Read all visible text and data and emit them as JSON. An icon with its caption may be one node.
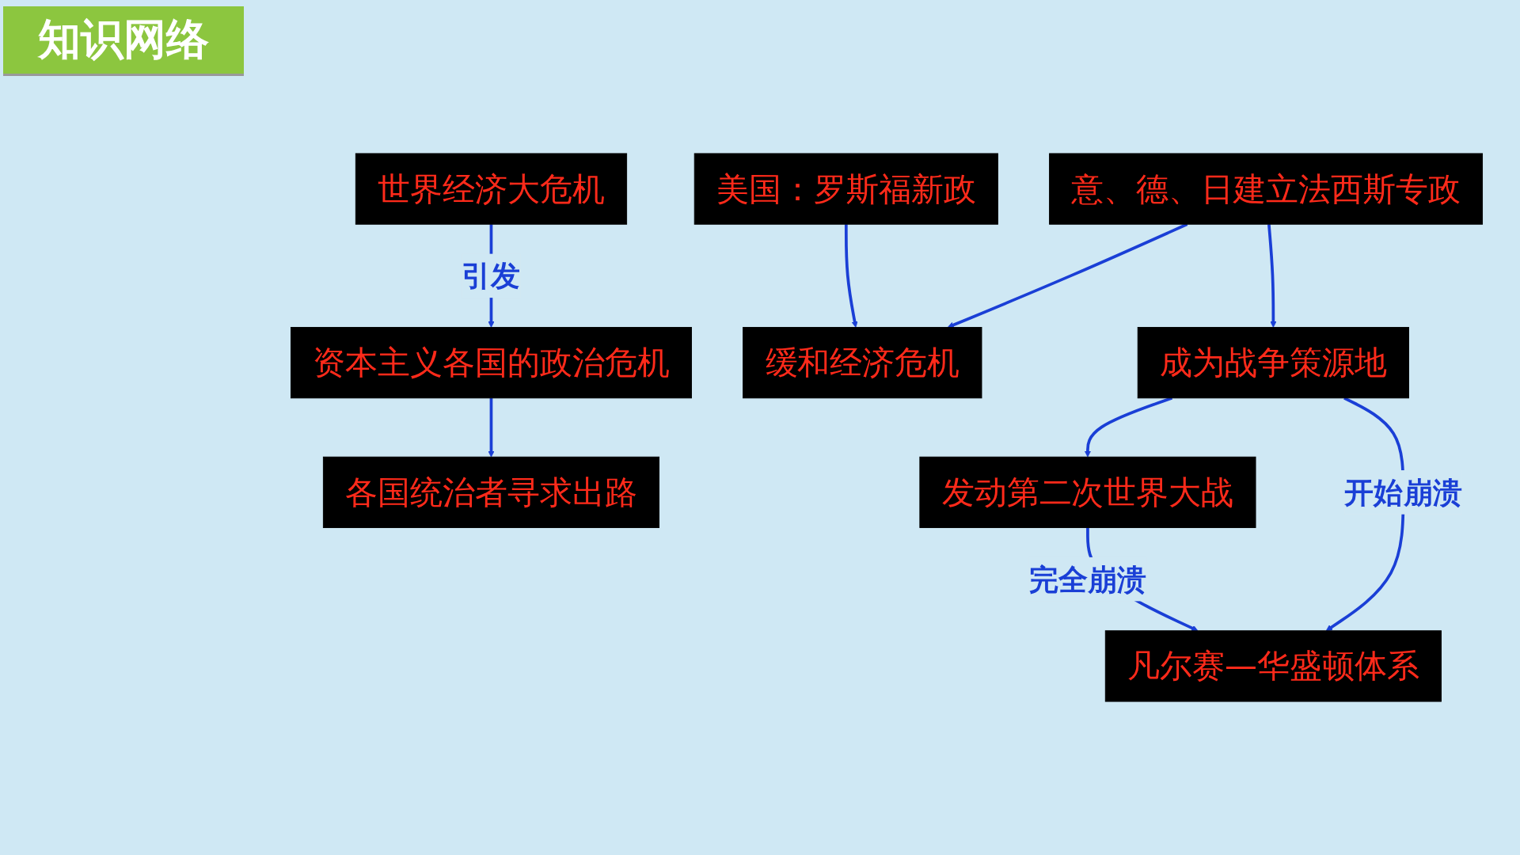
{
  "diagram": {
    "title": "知识网络",
    "nodes": [
      {
        "text": [
          "世界经济大危机"
        ]
      },
      {
        "text": [
          "资本主义各国的政治危机"
        ]
      },
      {
        "text": [
          "各国统治者寻求出路"
        ]
      },
      {
        "text": [
          "美国：罗斯福新政"
        ]
      },
      {
        "text": [
          "缓和经济危机"
        ]
      },
      {
        "text": [
          "意、德、日建立法西斯专政"
        ]
      },
      {
        "text": [
          "成为战争策源地"
        ]
      },
      {
        "text": [
          "发动第二次世界大战"
        ]
      },
      {
        "text": [
          "凡尔赛—华盛顿体系"
        ]
      }
    ],
    "edges": [
      {
        "from": 0,
        "to": 1,
        "arrow": "to",
        "label": "引发"
      },
      {
        "from": 1,
        "to": 2,
        "arrow": "to"
      },
      {
        "from": 3,
        "to": 4,
        "arrow": "to"
      },
      {
        "from": 5,
        "to": 4,
        "arrow": "to"
      },
      {
        "from": 5,
        "to": 6,
        "arrow": "to"
      },
      {
        "from": 6,
        "to": 7,
        "arrow": "to"
      },
      {
        "from": 7,
        "to": 8,
        "arrow": "to",
        "label": "完全崩溃"
      },
      {
        "from": 6,
        "to": 8,
        "arrow": "to",
        "label": "开始崩溃"
      }
    ]
  }
}
